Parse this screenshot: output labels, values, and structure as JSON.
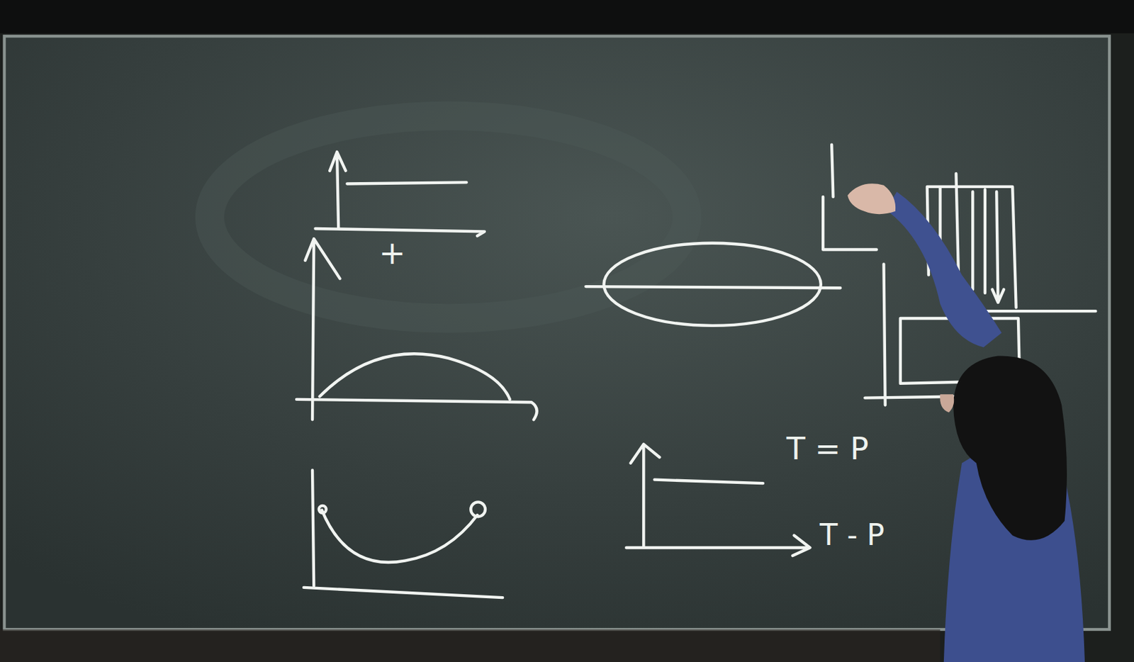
{
  "diagram": {
    "labels": [
      "+",
      "T = P",
      "T - P"
    ]
  }
}
